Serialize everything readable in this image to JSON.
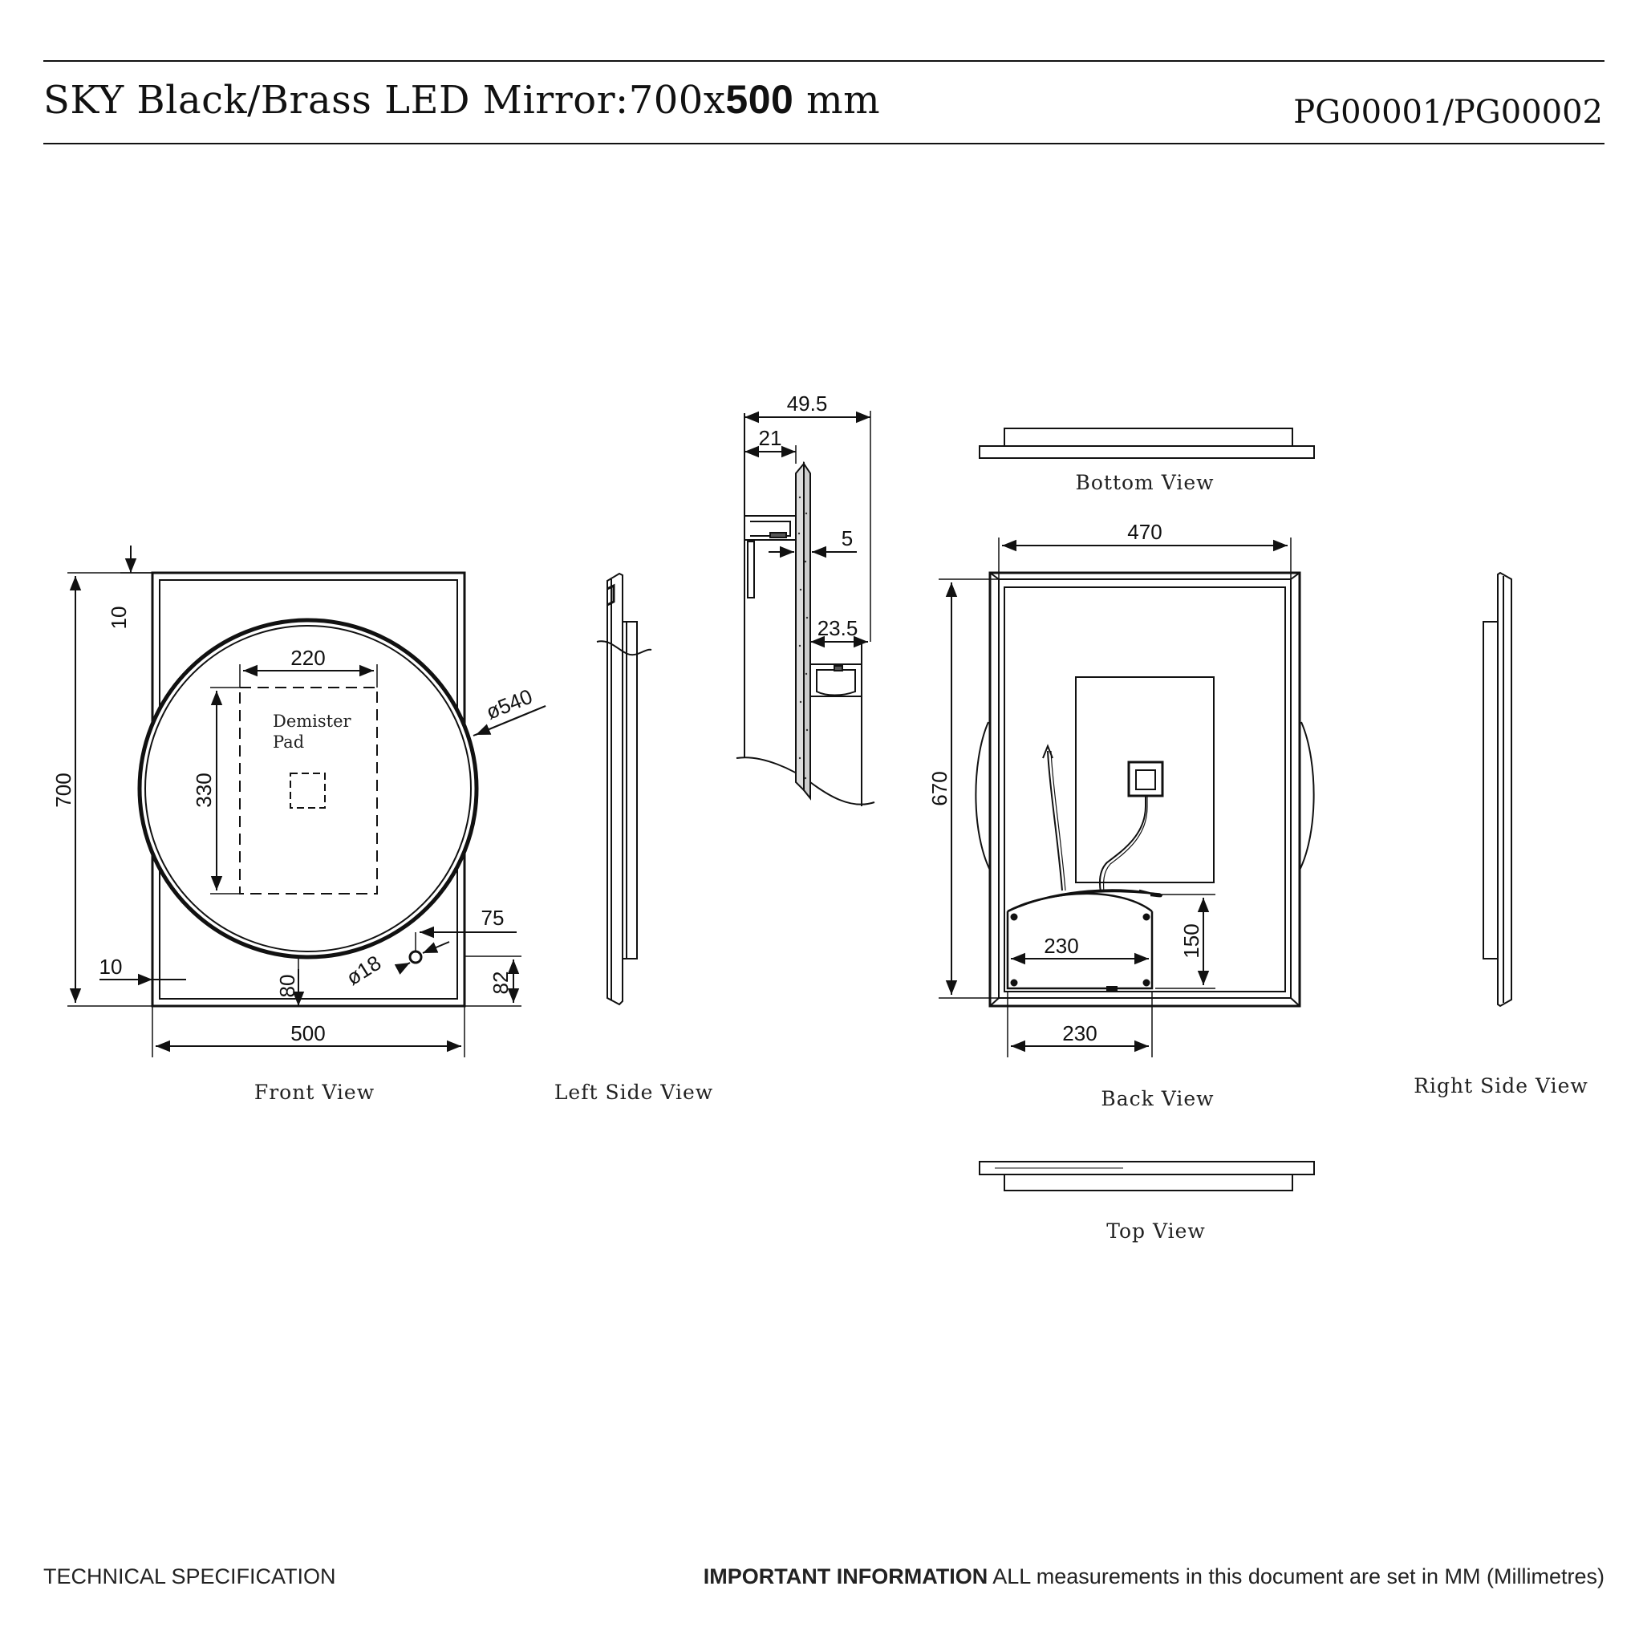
{
  "header": {
    "title_prefix": "SKY Black/Brass LED Mirror:700x",
    "title_size": "500",
    "title_unit": "mm",
    "product_codes": "PG00001/PG00002"
  },
  "views": {
    "front": "Front View",
    "left_side": "Left Side View",
    "bottom": "Bottom View",
    "back": "Back View",
    "right_side": "Right Side View",
    "top": "Top View"
  },
  "front_view": {
    "height": "700",
    "width": "500",
    "top_offset": "10",
    "side_offset": "10",
    "mirror_diameter": "ø540",
    "pad_width": "220",
    "pad_height": "330",
    "pad_label_line1": "Demister",
    "pad_label_line2": "Pad",
    "switch_x": "75",
    "switch_diameter": "ø18",
    "switch_bottom": "80",
    "switch_bottom_right": "82"
  },
  "section_detail": {
    "total_depth": "49.5",
    "frame_depth": "21",
    "glass": "5",
    "offset": "23.5"
  },
  "back_view": {
    "width": "470",
    "height": "670",
    "mount_height": "150",
    "bracket_width_inner": "230",
    "bracket_width_outer": "230"
  },
  "footer": {
    "left": "TECHNICAL SPECIFICATION",
    "right_bold": "IMPORTANT INFORMATION",
    "right_text": " ALL measurements in this document are set in MM (Millimetres)"
  }
}
